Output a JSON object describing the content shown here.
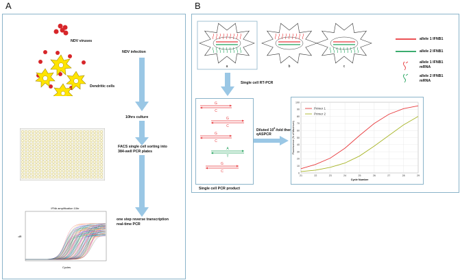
{
  "panel_a": {
    "letter": "A",
    "legend_virus": "NDV viruses",
    "legend_dc": "Dendritic cells",
    "steps": [
      "NDV infection",
      "10hrs culture",
      "FACS single cell sorting into 384-well PCR plates",
      "one step reverse transcription real-time PCR"
    ],
    "plot_title": "IFNb amplification 10hr",
    "plot_xlabel": "Cycles",
    "plot_ylabel": "dR"
  },
  "panel_b": {
    "letter": "B",
    "cell_labels": [
      "a",
      "b",
      "c"
    ],
    "legend": [
      {
        "label": "allele 1 IFNB1",
        "color": "#e8383b"
      },
      {
        "label": "allele 2 IFNB1",
        "color": "#1fa15a"
      },
      {
        "label": "allele 1 IFNB1 mRNA",
        "color": "#e8383b"
      },
      {
        "label": "allele 2 IFNB1 mRNA",
        "color": "#1fa15a"
      }
    ],
    "rt_pcr_label": "Single cell RT-PCR",
    "product_label": "Single cell PCR product",
    "diluted_label_1": "Diluted 10",
    "diluted_sup": "8",
    "diluted_label_2": "-fold then qASPCR",
    "pcr_products": [
      {
        "letter": "G",
        "bottom": "C",
        "color": "#e8383b"
      },
      {
        "letter": "G",
        "bottom": "C",
        "color": "#e8383b"
      },
      {
        "letter": "G",
        "bottom": "C",
        "color": "#e8383b"
      },
      {
        "letter": "A",
        "bottom": "T",
        "color": "#1fa15a"
      },
      {
        "letter": "G",
        "bottom": "C",
        "color": "#e8383b"
      }
    ]
  },
  "chart_data": {
    "type": "line",
    "xlabel": "Cycle Number",
    "ylabel": "Fluorescence (% of Maximum)",
    "xlim": [
      21,
      29
    ],
    "ylim": [
      0,
      100
    ],
    "xticks": [
      21,
      22,
      23,
      24,
      25,
      26,
      27,
      28,
      29
    ],
    "yticks": [
      0,
      10,
      20,
      30,
      40,
      50,
      60,
      70,
      80,
      90,
      100
    ],
    "legend_position": "top-left",
    "grid": true,
    "series": [
      {
        "name": "Primer 1",
        "color": "#e8383b",
        "x": [
          21,
          22,
          23,
          24,
          25,
          26,
          27,
          28,
          29
        ],
        "y": [
          6,
          12,
          21,
          35,
          53,
          70,
          83,
          91,
          95
        ]
      },
      {
        "name": "Primer 2",
        "color": "#a7b424",
        "x": [
          21,
          22,
          23,
          24,
          25,
          26,
          27,
          28,
          29
        ],
        "y": [
          2,
          4,
          8,
          14,
          24,
          38,
          53,
          68,
          80
        ]
      }
    ]
  }
}
